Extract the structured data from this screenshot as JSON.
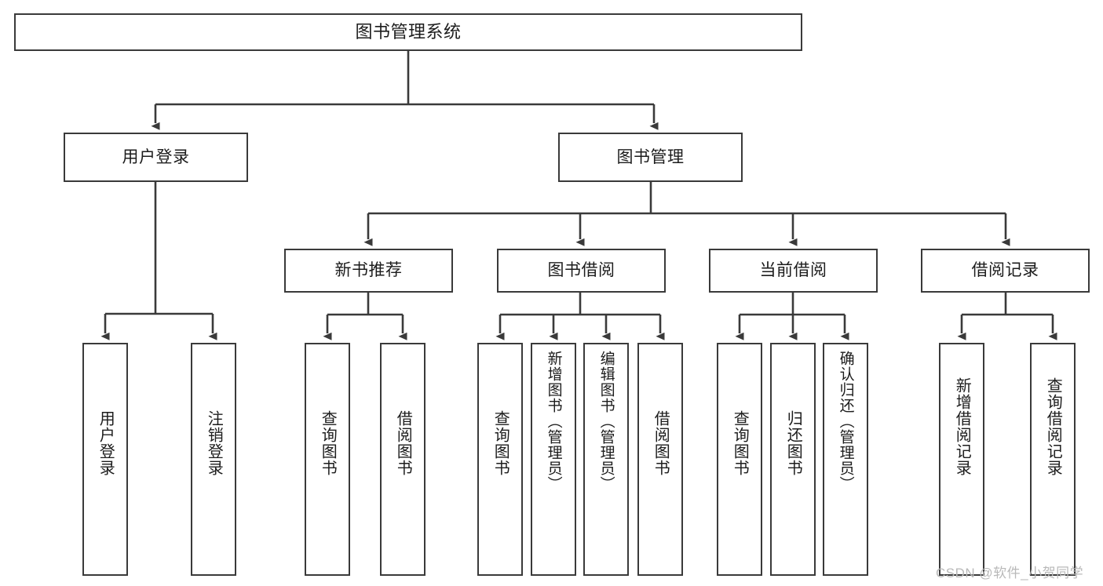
{
  "diagram": {
    "type": "hierarchy-tree",
    "title": "图书管理系统",
    "watermark": "CSDN @软件_小贺同学",
    "colors": {
      "stroke": "#3a3a3a",
      "fill": "#ffffff",
      "text": "#1c1c1c",
      "watermark": "#b9b9b9"
    },
    "nodes": {
      "root": {
        "label": "图书管理系统"
      },
      "level2": [
        {
          "id": "user-login",
          "label": "用户登录"
        },
        {
          "id": "book-manage",
          "label": "图书管理"
        }
      ],
      "level3": [
        {
          "id": "new-book-recommend",
          "label": "新书推荐"
        },
        {
          "id": "book-borrow",
          "label": "图书借阅"
        },
        {
          "id": "current-borrow",
          "label": "当前借阅"
        },
        {
          "id": "borrow-record",
          "label": "借阅记录"
        }
      ],
      "leaves": {
        "user-login": [
          {
            "id": "leaf-user-login",
            "label": "用户登录"
          },
          {
            "id": "leaf-logout-login",
            "label": "注销登录"
          }
        ],
        "new-book-recommend": [
          {
            "id": "leaf-query-book-1",
            "label": "查询图书"
          },
          {
            "id": "leaf-borrow-book-1",
            "label": "借阅图书"
          }
        ],
        "book-borrow": [
          {
            "id": "leaf-query-book-2",
            "label": "查询图书"
          },
          {
            "id": "leaf-add-book",
            "label": "新增图书（管理员）"
          },
          {
            "id": "leaf-edit-book",
            "label": "编辑图书（管理员）"
          },
          {
            "id": "leaf-borrow-book-2",
            "label": "借阅图书"
          }
        ],
        "current-borrow": [
          {
            "id": "leaf-query-book-3",
            "label": "查询图书"
          },
          {
            "id": "leaf-return-book",
            "label": "归还图书"
          },
          {
            "id": "leaf-confirm-return",
            "label": "确认归还（管理员）"
          }
        ],
        "borrow-record": [
          {
            "id": "leaf-add-record",
            "label": "新增借阅记录"
          },
          {
            "id": "leaf-query-record",
            "label": "查询借阅记录"
          }
        ]
      }
    }
  }
}
